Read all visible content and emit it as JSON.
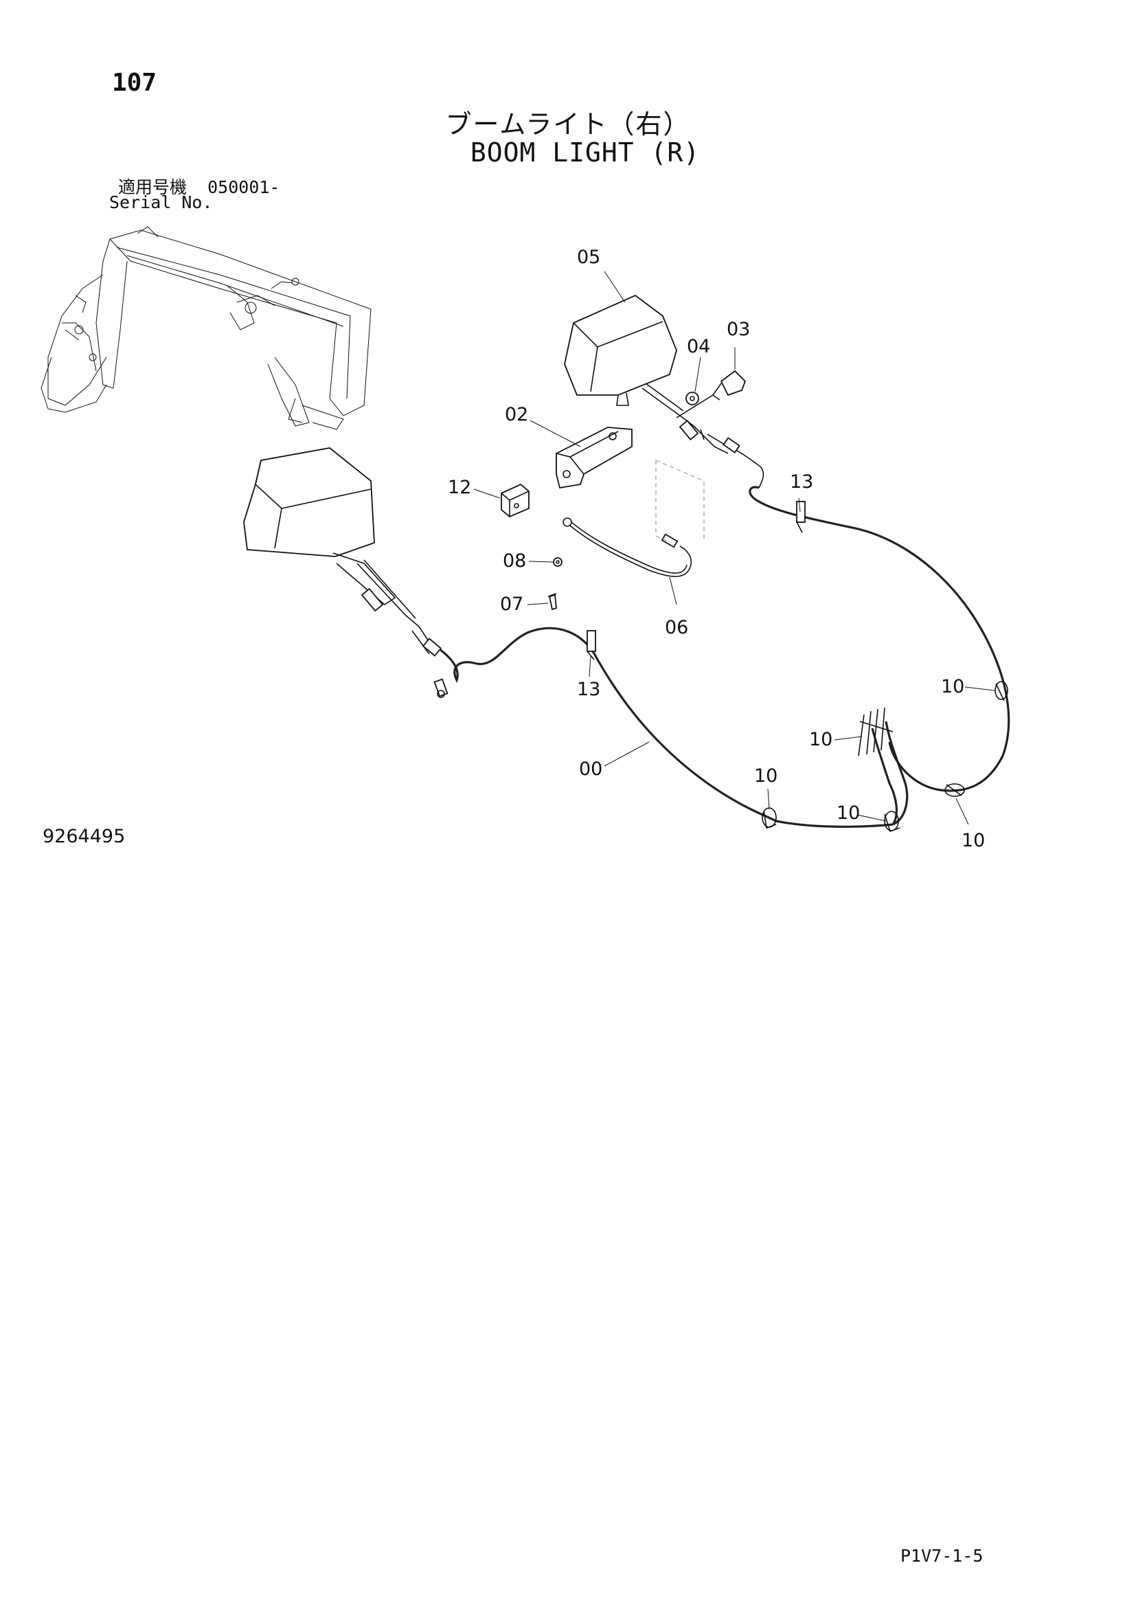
{
  "page_number": "107",
  "title_jp": "ブームライト（右）",
  "title_en": "BOOM LIGHT (R)",
  "serial": {
    "label_jp": "適用号機",
    "value": "050001-",
    "label_en": "Serial No."
  },
  "drawing_number": "9264495",
  "sheet_code": "P1V7-1-5",
  "callouts": [
    "05",
    "04",
    "03",
    "02",
    "12",
    "13",
    "08",
    "07",
    "06",
    "13",
    "10",
    "10",
    "00",
    "10",
    "10",
    "10"
  ]
}
